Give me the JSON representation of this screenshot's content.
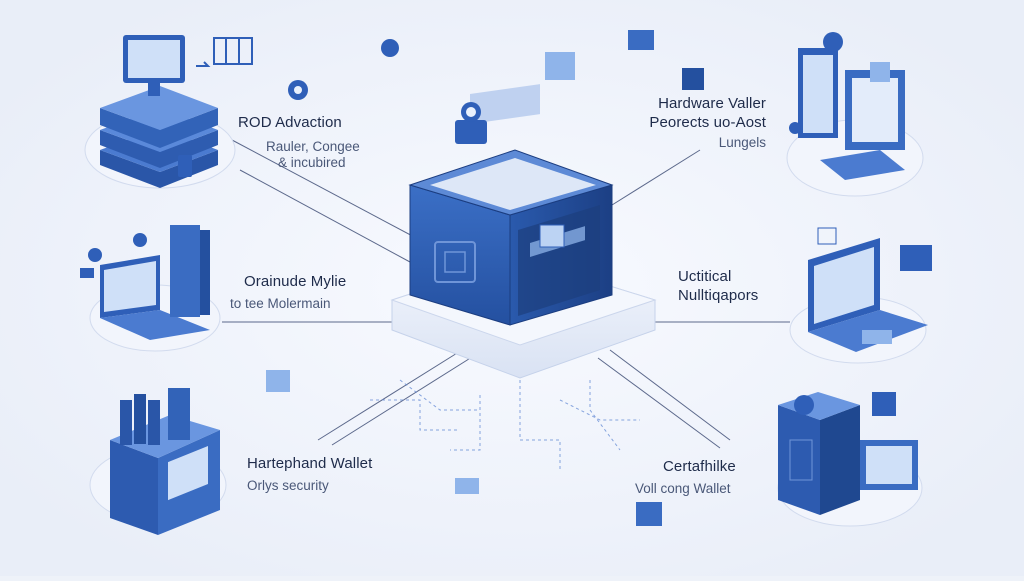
{
  "labels": {
    "top_left": {
      "title": "ROD Advaction",
      "sub1": "Rauler, Congee",
      "sub2": "& incubired"
    },
    "mid_left": {
      "title": "Orainude Mylie",
      "sub1": "to tee Molermain"
    },
    "bottom_left": {
      "title": "Hartephand Wallet",
      "sub1": "Orlys security"
    },
    "top_right": {
      "title": "Hardware Valler",
      "sub1": "Peorects uo-Aost",
      "sub2": "Lungels"
    },
    "mid_right": {
      "title": "Uctitical",
      "sub1": "Nulltiqapors"
    },
    "bottom_right": {
      "title": "Certafhilke",
      "sub1": "Voll cong Wallet"
    }
  },
  "colors": {
    "primary": "#2f5fb8",
    "dark": "#1f3f86",
    "light": "#8fb4ea",
    "platform": "#e3e9f6",
    "line": "#2a3a66",
    "dash": "#6a8fd6"
  },
  "icons": [
    "monitor-icon",
    "server-stack-icon",
    "laptop-icon",
    "vault-box-icon",
    "wallet-icon",
    "document-icon",
    "gear-icon",
    "cube-icon",
    "shield-icon"
  ]
}
